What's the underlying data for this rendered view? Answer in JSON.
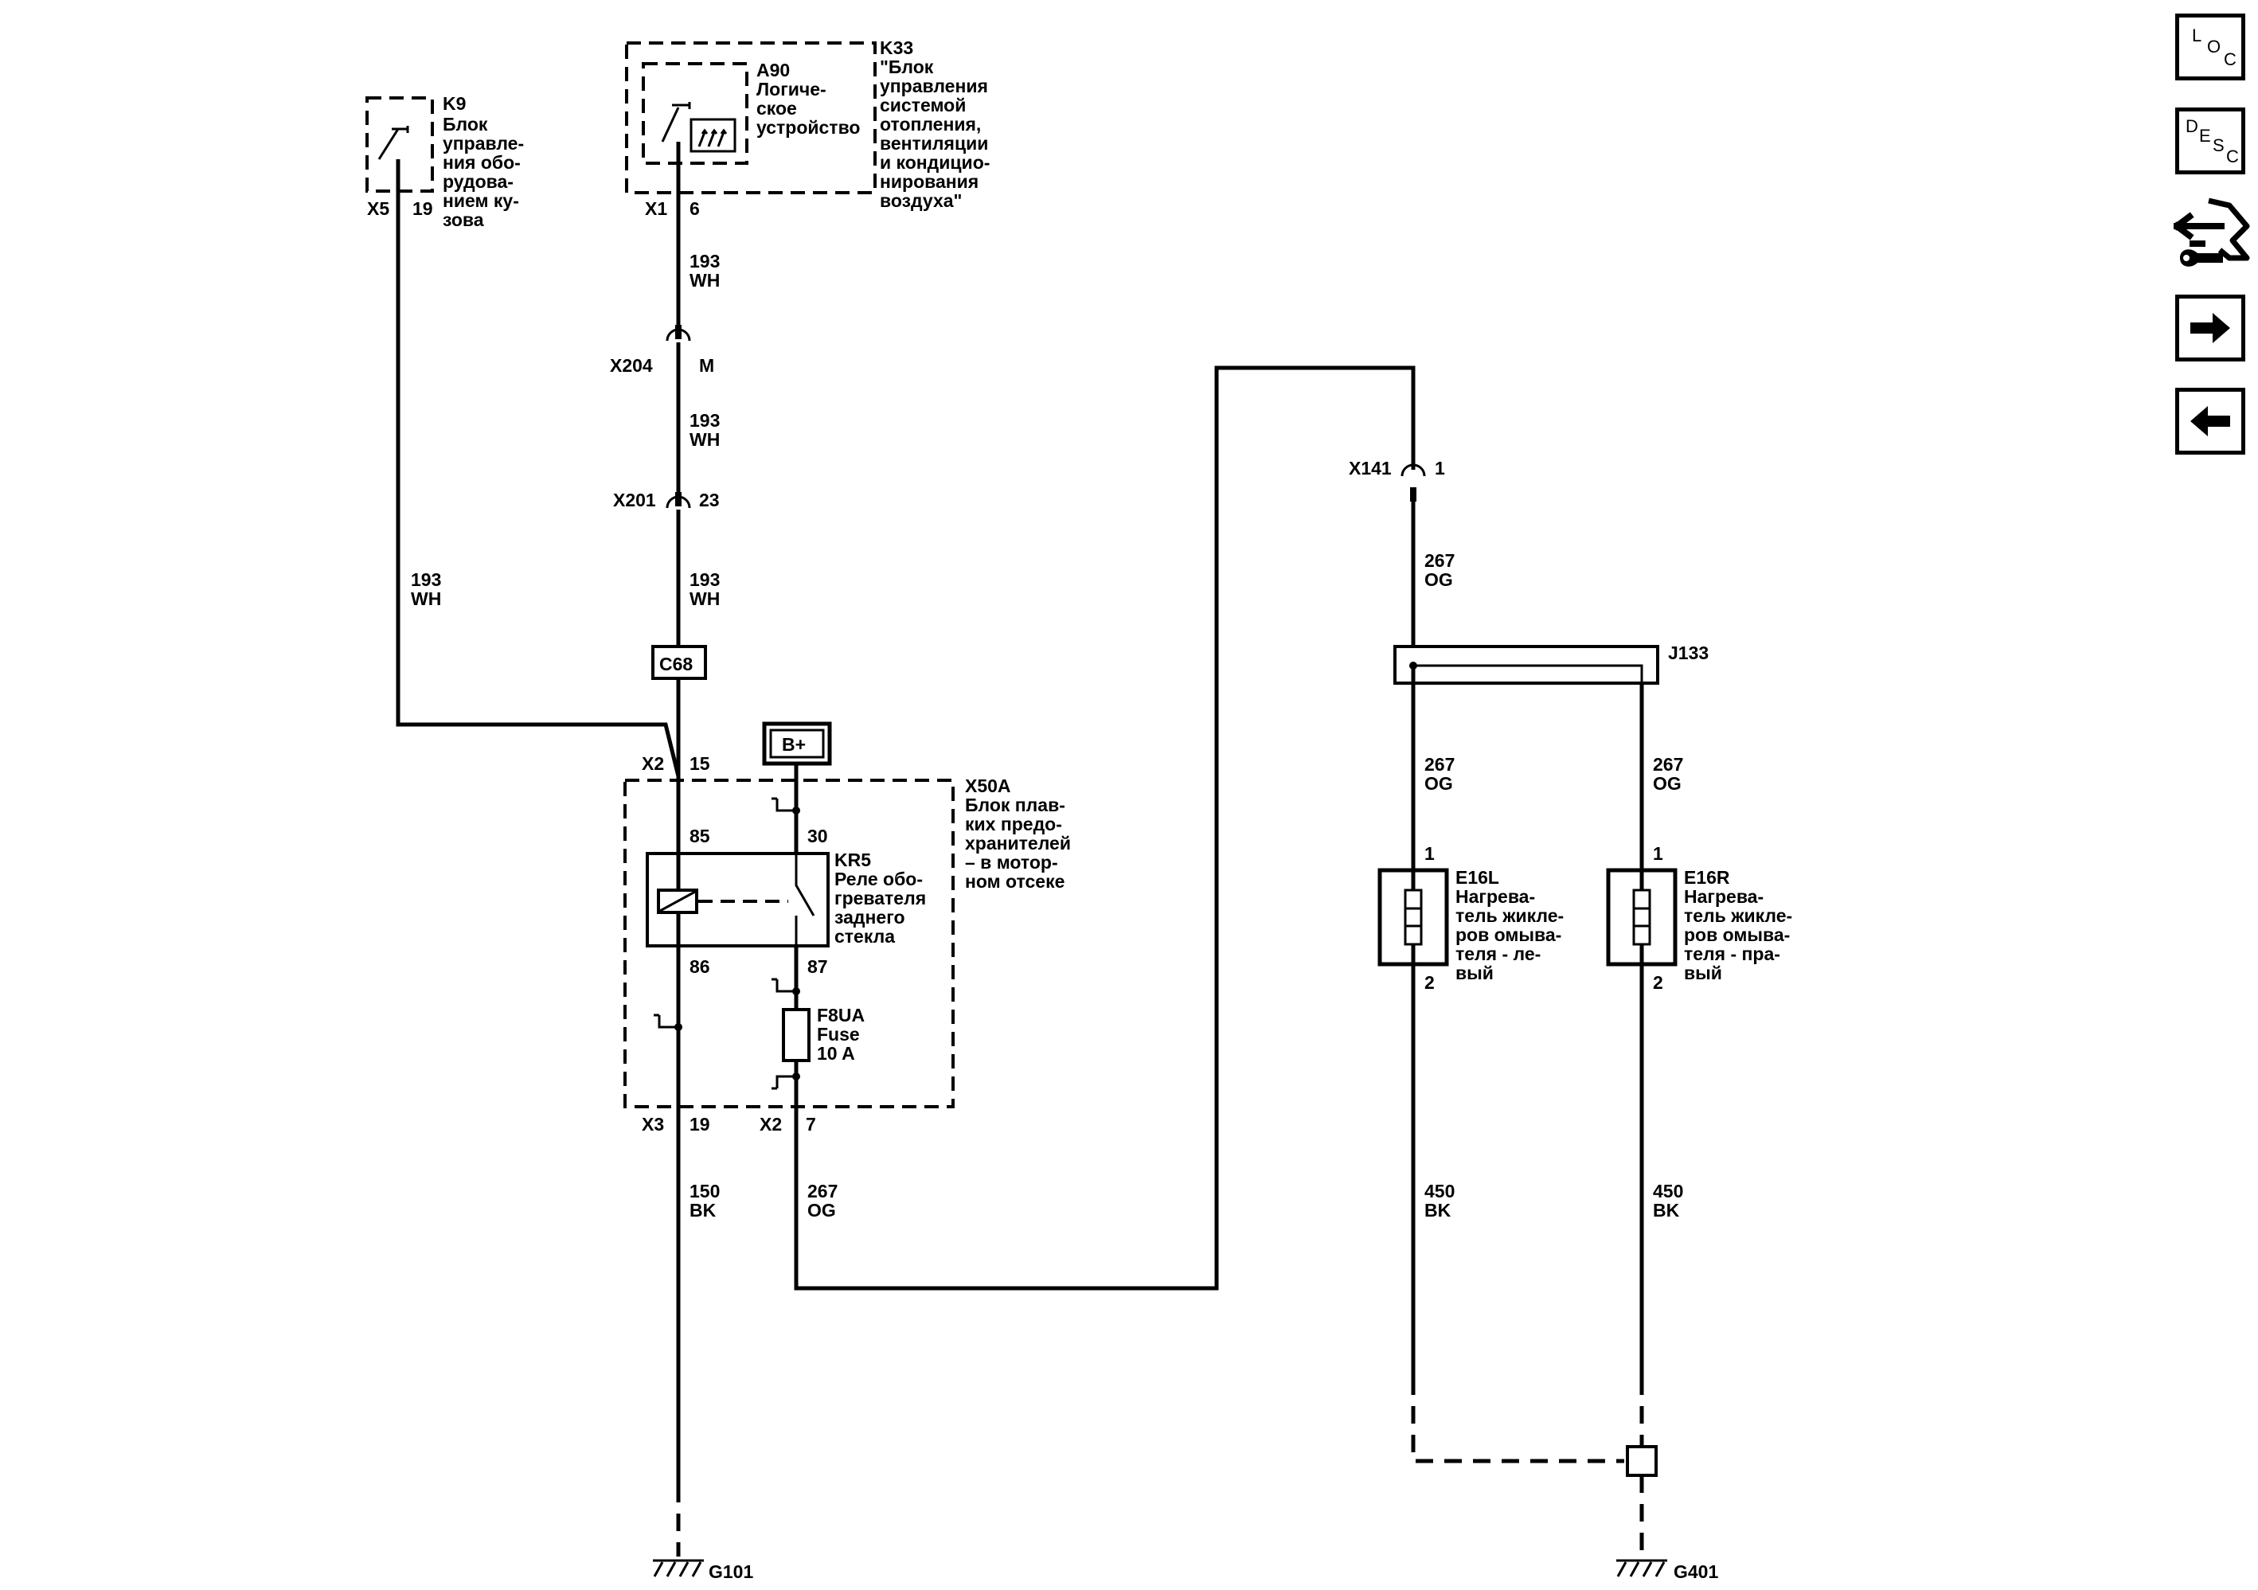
{
  "components": {
    "k9": {
      "id": "K9",
      "name_lines": [
        "Блок",
        "управле-",
        "ния обо-",
        "рудова-",
        "нием ку-",
        "зова"
      ],
      "conn": "X5",
      "pin": "19"
    },
    "a90": {
      "id": "A90",
      "name_lines": [
        "Логиче-",
        "ское",
        "устройство"
      ]
    },
    "k33": {
      "id": "K33",
      "name_lines": [
        "\"Блок",
        "управления",
        "системой",
        "отопления,",
        "вентиляции",
        "и кондицио-",
        "нирования",
        "воздуха\""
      ],
      "conn": "X1",
      "pin": "6"
    },
    "x50a": {
      "id": "X50A",
      "name_lines": [
        "Блок плав-",
        "ких предо-",
        "хранителей",
        "– в мотор-",
        "ном отсеке"
      ]
    },
    "kr5": {
      "id": "KR5",
      "name_lines": [
        "Реле обо-",
        "гревателя",
        "заднего",
        "стекла"
      ],
      "pins": [
        "85",
        "30",
        "86",
        "87"
      ]
    },
    "f8ua": {
      "id": "F8UA",
      "line2": "Fuse",
      "line3": "10 A"
    },
    "e16l": {
      "id": "E16L",
      "name_lines": [
        "Нагрева-",
        "тель жикле-",
        "ров омыва-",
        "теля - ле-",
        "вый"
      ],
      "pin_top": "1",
      "pin_bottom": "2"
    },
    "e16r": {
      "id": "E16R",
      "name_lines": [
        "Нагрева-",
        "тель жикле-",
        "ров омыва-",
        "теля - пра-",
        "вый"
      ],
      "pin_top": "1",
      "pin_bottom": "2"
    },
    "c68": "C68",
    "bplus": "B+",
    "j133": "J133"
  },
  "connectors": {
    "x204": {
      "name": "X204",
      "pin": "M"
    },
    "x201": {
      "name": "X201",
      "pin": "23"
    },
    "x141": {
      "name": "X141",
      "pin": "1"
    },
    "x2_top": {
      "name": "X2",
      "pin": "15"
    },
    "x3": {
      "name": "X3",
      "pin": "19"
    },
    "x2_bot": {
      "name": "X2",
      "pin": "7"
    }
  },
  "wires": {
    "w193_k9": [
      "193",
      "WH"
    ],
    "w193_a": [
      "193",
      "WH"
    ],
    "w193_b": [
      "193",
      "WH"
    ],
    "w193_c": [
      "193",
      "WH"
    ],
    "w150": [
      "150",
      "BK"
    ],
    "w267_fuse": [
      "267",
      "OG"
    ],
    "w267_top": [
      "267",
      "OG"
    ],
    "w267_l": [
      "267",
      "OG"
    ],
    "w267_r": [
      "267",
      "OG"
    ],
    "w450_l": [
      "450",
      "BK"
    ],
    "w450_r": [
      "450",
      "BK"
    ]
  },
  "grounds": {
    "g101": "G101",
    "g401": "G401"
  },
  "nav": {
    "loc": [
      "L",
      "O",
      "C"
    ],
    "desc": [
      "D",
      "E",
      "S",
      "C"
    ],
    "icons": [
      "connector-tool-icon",
      "arrow-right-icon",
      "arrow-left-icon"
    ]
  }
}
